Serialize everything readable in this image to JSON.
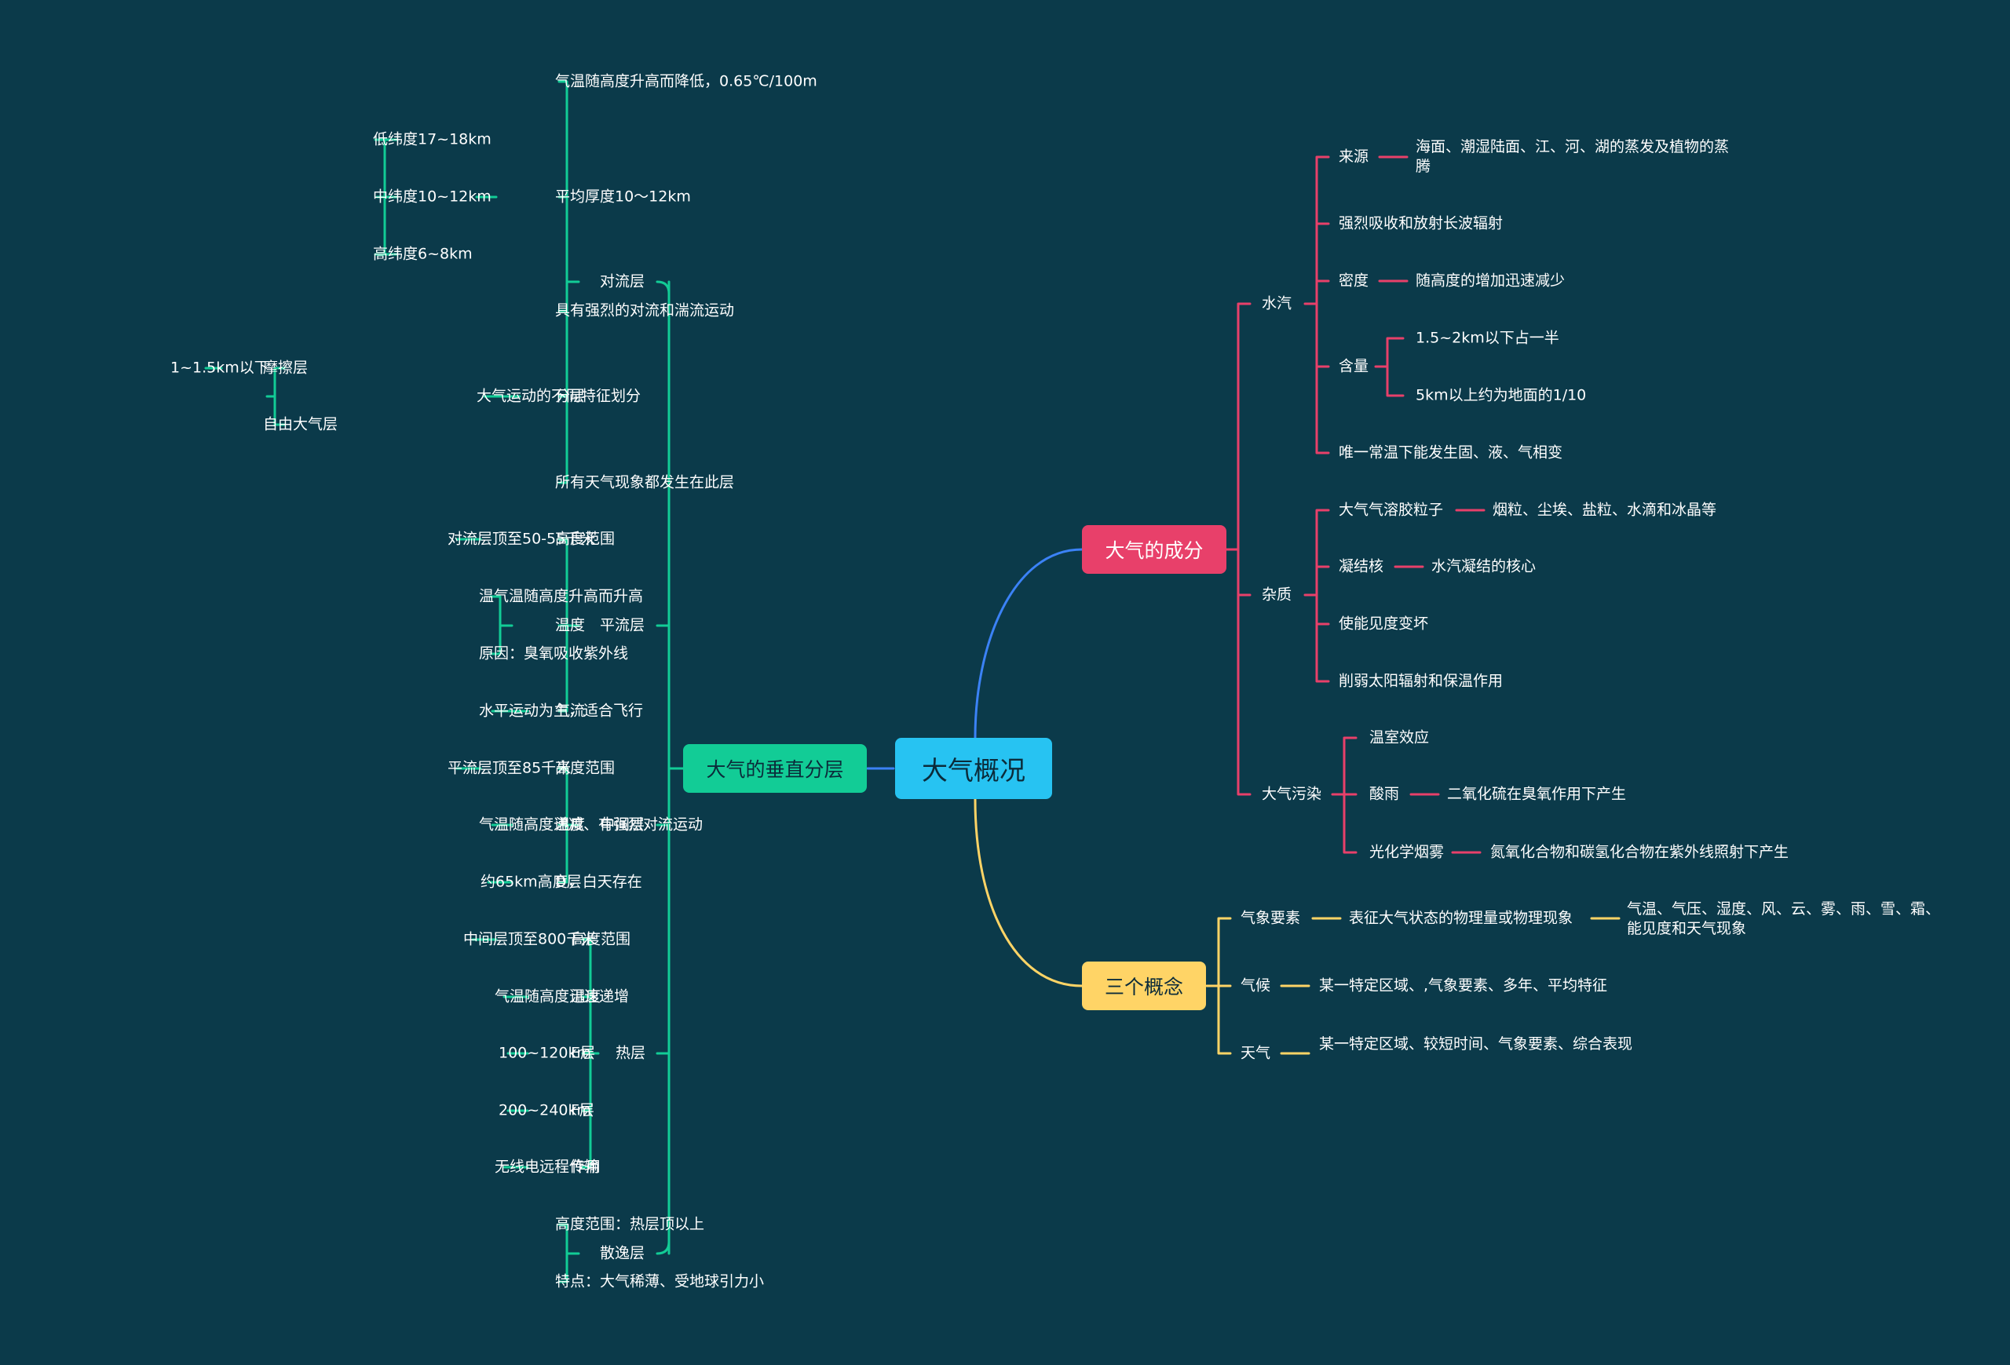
{
  "colors": {
    "background": "#0b3a4a",
    "blue": "#3b82f6",
    "red": "#e8406a",
    "green": "#12cc96",
    "yellow": "#ffd466",
    "center": "#27c3f2",
    "text": "#ffffff"
  },
  "center": "大气概况",
  "layers": {
    "title": "大气的垂直分层",
    "troposphere": {
      "label": "对流层",
      "temp": "气温随高度升高而降低，0.65℃/100m",
      "thickness": "平均厚度10～12km",
      "low_lat": "低纬度17~18km",
      "mid_lat": "中纬度10~12km",
      "high_lat": "高纬度6~8km",
      "convection": "具有强烈的对流和湍流运动",
      "division": "分层",
      "division_basis": "大气运动的不同特征划分",
      "friction_layer": "摩擦层",
      "friction_height": "1~1.5km以下",
      "free_layer": "自由大气层",
      "weather": "所有天气现象都发生在此层"
    },
    "stratosphere": {
      "label": "平流层",
      "height_label": "高度范围",
      "height": "对流层顶至50-55千米",
      "temp_label": "温度",
      "temp": "温气温随高度升高而升高",
      "reason": "原因：臭氧吸收紫外线",
      "flow_label": "气流",
      "flow": "水平运动为主，适合飞行"
    },
    "mesosphere": {
      "label": "中间层",
      "height_label": "高度范围",
      "height": "平流层顶至85千米",
      "temp_label": "温度",
      "temp": "气温随高度递减、有强烈对流运动",
      "d_label": "D层",
      "d": "约65km高度，白天存在"
    },
    "thermosphere": {
      "label": "热层",
      "height_label": "高度范围",
      "height": "中间层顶至800千米",
      "temp_label": "温度",
      "temp": "气温随高度迅速递增",
      "e_label": "E层",
      "e": "100~120km",
      "f_label": "F层",
      "f": "200~240km",
      "use_label": "作用",
      "use": "无线电远程传输"
    },
    "exosphere": {
      "label": "散逸层",
      "height": "高度范围：热层顶以上",
      "feature": "特点：大气稀薄、受地球引力小"
    }
  },
  "composition": {
    "title": "大气的成分",
    "vapor": {
      "label": "水汽",
      "source_label": "来源",
      "source": "海面、潮湿陆面、江、河、湖的蒸发及植物的蒸腾",
      "absorb": "强烈吸收和放射长波辐射",
      "density_label": "密度",
      "density": "随高度的增加迅速减少",
      "content_label": "含量",
      "content_low": "1.5~2km以下占一半",
      "content_high": "5km以上约为地面的1/10",
      "phase": "唯一常温下能发生固、液、气相变"
    },
    "impurity": {
      "label": "杂质",
      "aerosol_label": "大气气溶胶粒子",
      "aerosol": "烟粒、尘埃、盐粒、水滴和冰晶等",
      "nucleus_label": "凝结核",
      "nucleus": "水汽凝结的核心",
      "visibility": "使能见度变坏",
      "radiation": "削弱太阳辐射和保温作用"
    },
    "pollution": {
      "label": "大气污染",
      "greenhouse": "温室效应",
      "acid_label": "酸雨",
      "acid": "二氧化硫在臭氧作用下产生",
      "smog_label": "光化学烟雾",
      "smog": "氮氧化合物和碳氢化合物在紫外线照射下产生"
    }
  },
  "concepts": {
    "title": "三个概念",
    "element_label": "气象要素",
    "element_def": "表征大气状态的物理量或物理现象",
    "element_list": "气温、气压、湿度、风、云、雾、雨、雪、霜、能见度和天气现象",
    "climate_label": "气候",
    "climate": "某一特定区域、,气象要素、多年、平均特征",
    "weather_label": "天气",
    "weather": "某一特定区域、较短时间、气象要素、综合表现"
  }
}
